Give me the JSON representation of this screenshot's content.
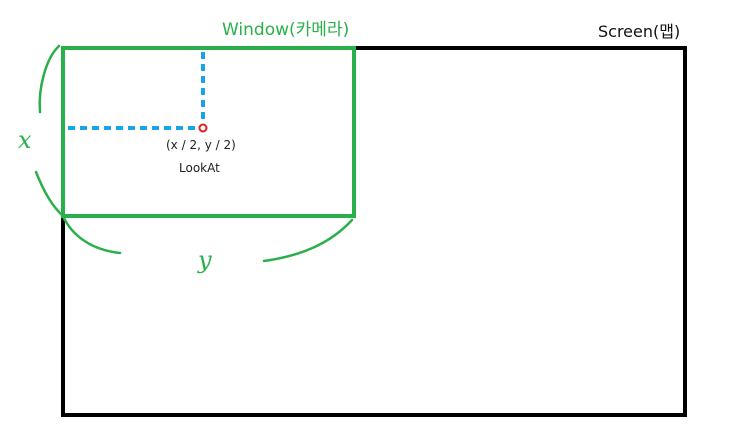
{
  "labels": {
    "screen": "Screen(맵)",
    "window": "Window(카메라)",
    "coord": "(x / 2, y / 2)",
    "lookat": "LookAt",
    "x_axis": "x",
    "y_axis": "y"
  },
  "colors": {
    "green": "#2ab04a",
    "blue": "#1aa3e8",
    "red": "#e02020",
    "black": "#000000"
  }
}
